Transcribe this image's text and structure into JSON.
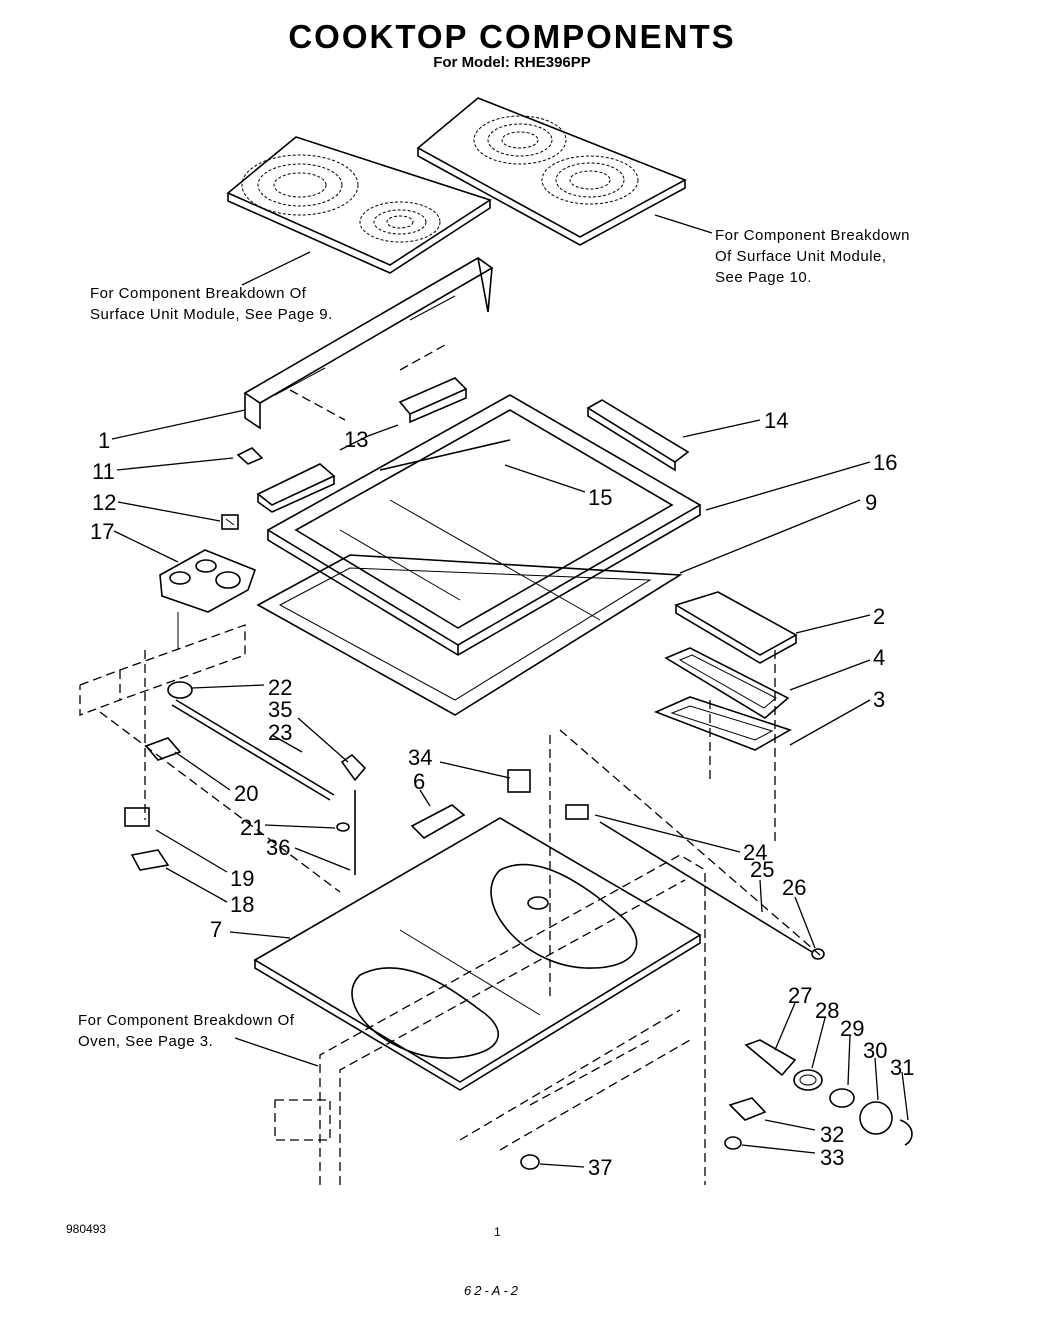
{
  "header": {
    "title": "COOKTOP COMPONENTS",
    "model_line": "For Model: RHE396PP"
  },
  "notes": {
    "surface_unit_page9": [
      "For Component Breakdown Of",
      "Surface Unit Module, See Page 9."
    ],
    "surface_unit_page10": [
      "For Component Breakdown",
      "Of Surface Unit Module,",
      "See Page 10."
    ],
    "oven_page3": [
      "For Component Breakdown Of",
      "Oven, See Page 3."
    ]
  },
  "callouts": [
    "1",
    "11",
    "12",
    "17",
    "13",
    "14",
    "16",
    "15",
    "9",
    "2",
    "4",
    "3",
    "22",
    "35",
    "23",
    "20",
    "21",
    "36",
    "19",
    "18",
    "34",
    "6",
    "24",
    "25",
    "26",
    "7",
    "27",
    "28",
    "29",
    "30",
    "31",
    "32",
    "33",
    "37"
  ],
  "footer": {
    "code": "980493",
    "page_mark": "1",
    "signature": "62-A-2"
  }
}
